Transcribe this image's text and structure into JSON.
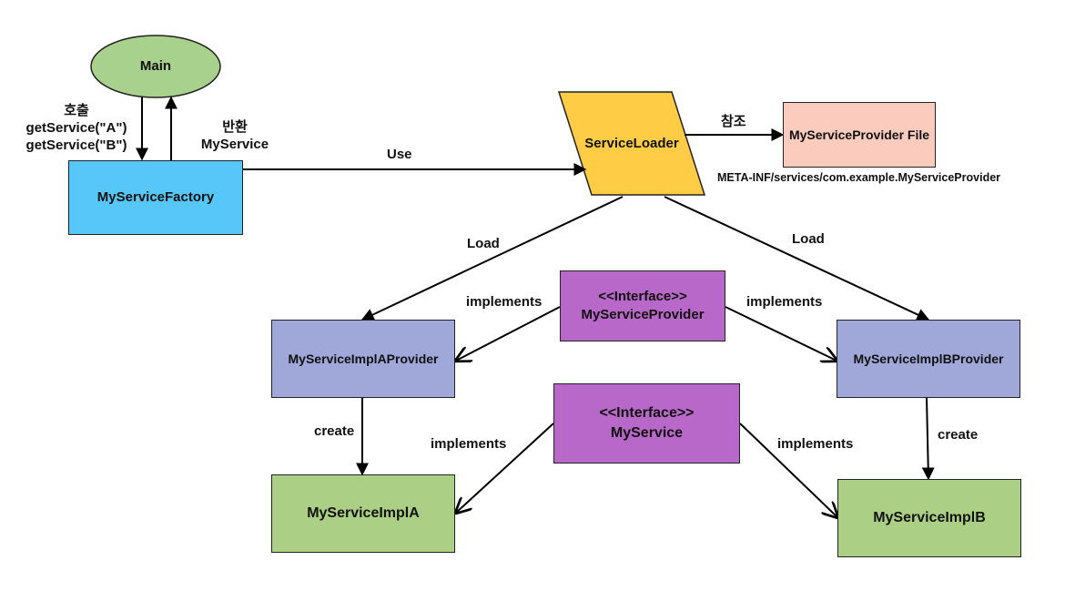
{
  "nodes": {
    "main": "Main",
    "factory": "MyServiceFactory",
    "loader": "ServiceLoader",
    "provider_file": "MyServiceProvider File",
    "interface_provider": {
      "stereotype": "<<Interface>>",
      "name": "MyServiceProvider"
    },
    "impl_a_provider": "MyServiceImplAProvider",
    "impl_b_provider": "MyServiceImplBProvider",
    "interface_service": {
      "stereotype": "<<Interface>>",
      "name": "MyService"
    },
    "impl_a": "MyServiceImplA",
    "impl_b": "MyServiceImplB"
  },
  "edges": {
    "call": [
      "호출",
      "getService(\"A\")",
      "getService(\"B\")"
    ],
    "return": [
      "반환",
      "MyService"
    ],
    "use": "Use",
    "reference": "참조",
    "file_path": "META-INF/services/com.example.MyServiceProvider",
    "load_a": "Load",
    "load_b": "Load",
    "implements_pa": "implements",
    "implements_pb": "implements",
    "create_a": "create",
    "create_b": "create",
    "implements_a": "implements",
    "implements_b": "implements"
  },
  "colors": {
    "main": "#a9d18e",
    "factory": "#56c7f8",
    "loader": "#ffcd45",
    "provider_file": "#fbcbbd",
    "interface": "#b868c8",
    "provider_impl": "#9fa8d8",
    "impl": "#abd085"
  }
}
